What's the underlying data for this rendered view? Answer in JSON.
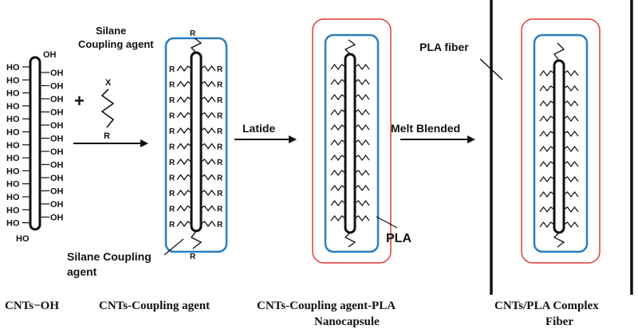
{
  "colors": {
    "ink": "#111111",
    "coating": "#2a7fc0",
    "pla_shell": "#e03a3a"
  },
  "stage1": {
    "caption": "CNTs−OH",
    "oh_group": "OH",
    "ho_group": "HO",
    "silane_title_line1": "Silane",
    "silane_title_line2": "Coupling agent",
    "x_group": "X",
    "r_group": "R",
    "plus": "+"
  },
  "stage2": {
    "caption": "CNTs-Coupling agent",
    "r_group": "R",
    "pointer_line1": "Silane Coupling",
    "pointer_line2": "agent"
  },
  "stage3": {
    "arrow_label": "Latide",
    "caption_line1": "CNTs-Coupling agent-PLA",
    "caption_line2": "Nanocapsule",
    "pla_label": "PLA"
  },
  "stage4": {
    "arrow_label": "Melt Blended",
    "fiber_label": "PLA fiber",
    "caption_line1": "CNTs/PLA Complex",
    "caption_line2": "Fiber"
  }
}
